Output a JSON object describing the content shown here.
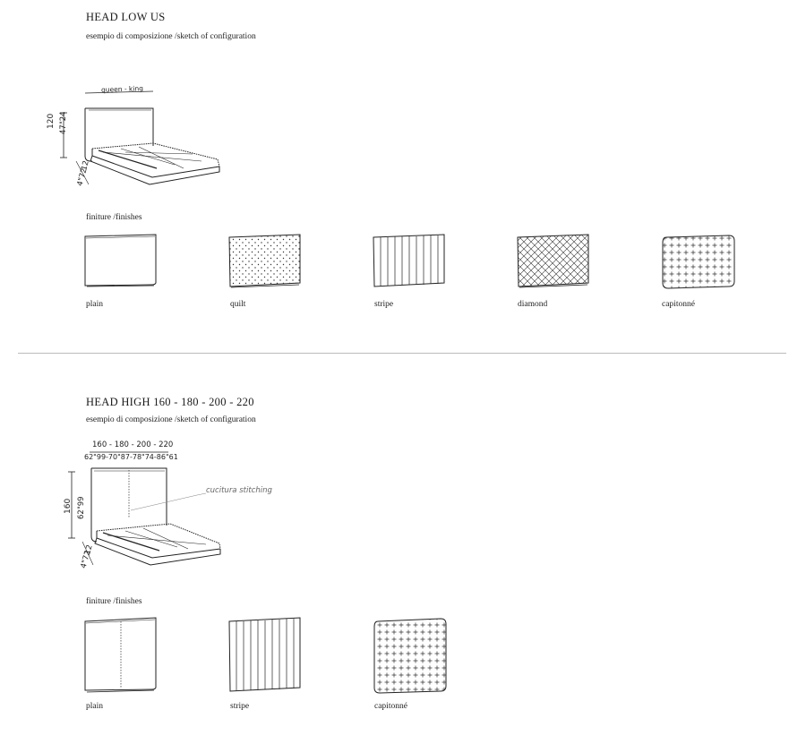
{
  "sections": [
    {
      "title": "HEAD LOW US",
      "subtitle": "esempio di composizione  /sketch of configuration",
      "dims": {
        "width": "queen - king",
        "height_cm": "120",
        "height_in": "47\"24",
        "depth_cm": "12",
        "depth_in": "4\"72"
      },
      "finishes_label": "finiture  /finishes",
      "finishes": [
        "plain",
        "quilt",
        "stripe",
        "diamond",
        "capitonné"
      ]
    },
    {
      "title": "HEAD HIGH 160 - 180 - 200 - 220",
      "subtitle": "esempio di composizione  /sketch of configuration",
      "dims": {
        "width": "160 - 180 - 200 - 220",
        "width_in": "62\"99-70\"87-78\"74-86\"61",
        "height_cm": "160",
        "height_in": "62\"99",
        "depth_cm": "12",
        "depth_in": "4\"72",
        "note": "cucitura stitching"
      },
      "finishes_label": "finiture  /finishes",
      "finishes": [
        "plain",
        "stripe",
        "capitonné"
      ]
    }
  ]
}
